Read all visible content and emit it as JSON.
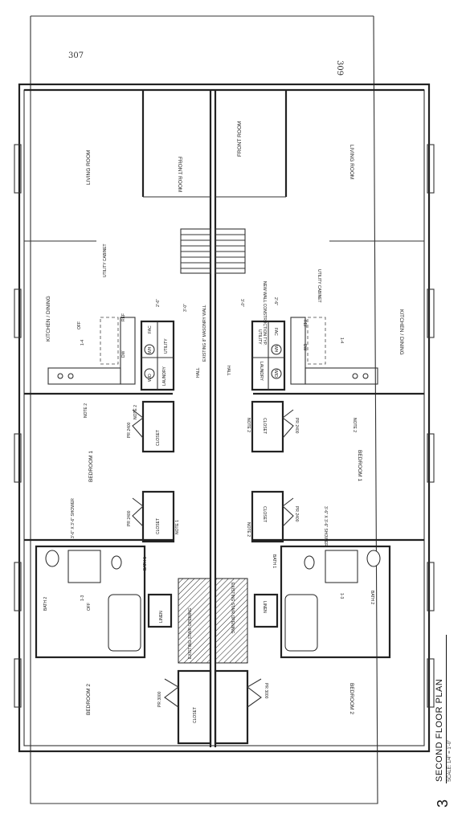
{
  "drawing": {
    "number": "3",
    "title": "SECOND FLOOR PLAN",
    "scale": "SCALE: 1/4\" = 1'-0\"",
    "unit_left": "307",
    "unit_right": "309"
  },
  "rooms": {
    "living_room": "LIVING ROOM",
    "front_room": "FRONT ROOM",
    "kitchen_dining": "KITCHEN / DINING",
    "bedroom_1": "BEDROOM 1",
    "bedroom_2": "BEDROOM 2",
    "bath_1": "BATH 1",
    "bath_2": "BATH 2",
    "closet": "CLOSET",
    "linen": "LINEN",
    "laundry": "LAUNDRY",
    "utility": "UTILITY",
    "hall": "HALL",
    "utility_cabinet": "UTILITY CABINET"
  },
  "notes": {
    "note_1": "NOTE 1",
    "note_2": "NOTE 2",
    "existing_wall": "EXISTING 8\" MASONRY WALL",
    "new_wall": "NEW WALL CONSTRUCTION TYP.",
    "shower": "3'-6\" X 3'-6\" SHOWER",
    "stair": "EXISTING STAIR OPENING",
    "dim_3_0": "3'-0\"",
    "dim_2_6": "2'-6\"",
    "pr2400": "PR 2400",
    "pr3000": "PR 3000",
    "off": "OFF",
    "ref": "REF",
    "dw": "DW",
    "wh": "WH",
    "fac": "FAC",
    "wd": "W/D",
    "tag_14": "1-4",
    "tag_13": "1-3"
  }
}
